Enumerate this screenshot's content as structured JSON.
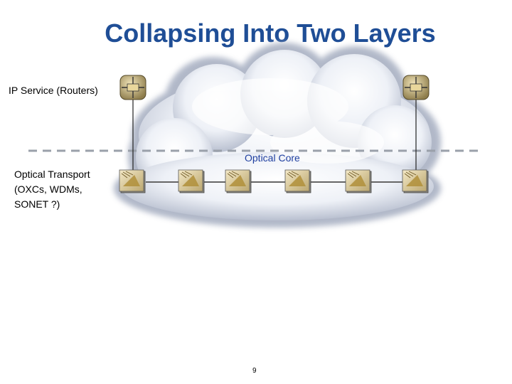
{
  "title": "Collapsing Into Two Layers",
  "labels": {
    "ip_service": "IP Service (Routers)",
    "optical_transport": [
      "Optical Transport",
      "(OXCs, WDMs,",
      "SONET ?)"
    ],
    "optical_core": "Optical Core"
  },
  "page_number": "9",
  "nodes": {
    "routers": 2,
    "optical_switches": 6
  },
  "colors": {
    "title": "#1f4e96",
    "core_label": "#1f3fa0",
    "separator": "#9aa0aa",
    "switch_fill": "#d9c79a"
  },
  "icons": [
    "cloud-icon",
    "router-icon",
    "optical-switch-icon"
  ]
}
